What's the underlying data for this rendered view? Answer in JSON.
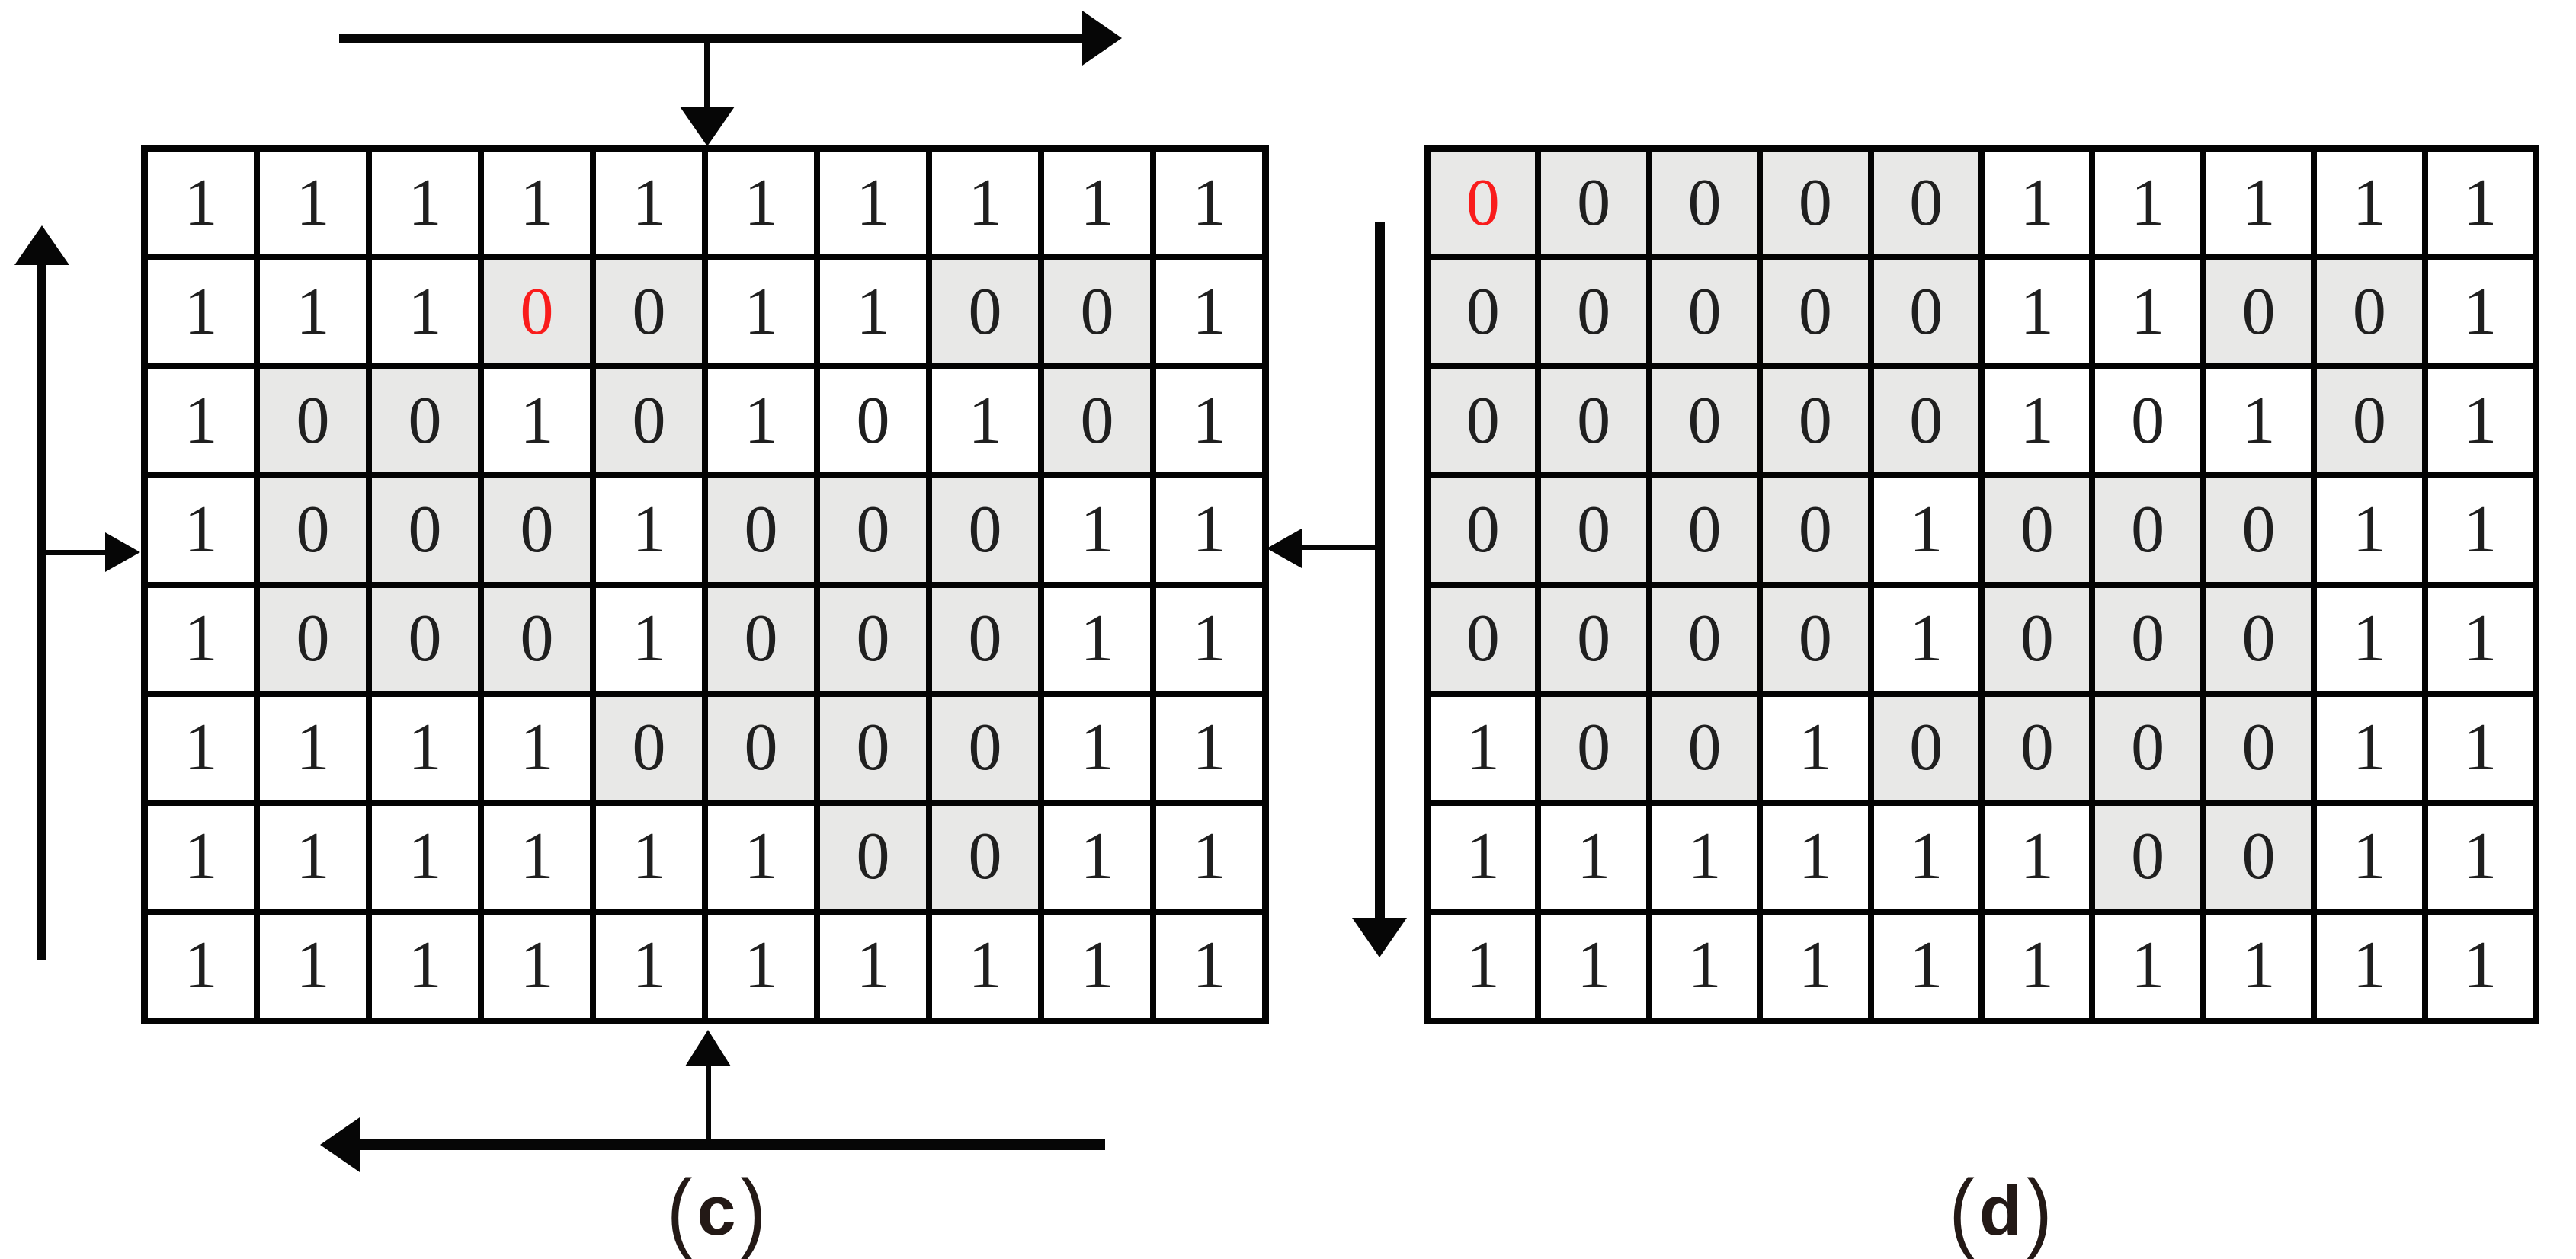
{
  "figure": {
    "description": "Two 10x8 binary pixel grids showing region scanning/flood-fill progress with scan-direction arrows",
    "colors": {
      "cell_bg_white": "#ffffff",
      "cell_bg_gray": "#e8e8e7",
      "grid_line": "#030303",
      "digit": "#1f1f1f",
      "red_digit": "#f91c1c",
      "caption": "#231916"
    }
  },
  "grids": [
    {
      "id": "grid-c",
      "caption": {
        "open": "(",
        "letter": "c",
        "close": ")"
      },
      "rows": 8,
      "cols": 10,
      "values": [
        "1111111111",
        "1110011001",
        "1001010101",
        "1000100011",
        "1000100011",
        "1111000011",
        "1111110011",
        "1111111111"
      ],
      "gray_mask": [
        "0000000000",
        "0001100110",
        "0110100010",
        "0111011100",
        "0111011100",
        "0000111100",
        "0000001100",
        "0000000000"
      ],
      "red_cell": {
        "row": 1,
        "col": 3
      }
    },
    {
      "id": "grid-d",
      "caption": {
        "open": "(",
        "letter": "d",
        "close": ")"
      },
      "rows": 8,
      "cols": 10,
      "values": [
        "0000011111",
        "0000011001",
        "0000010101",
        "0000100011",
        "0000100011",
        "1001000011",
        "1111110011",
        "1111111111"
      ],
      "gray_mask": [
        "1111100000",
        "1111100110",
        "1111100010",
        "1111011100",
        "1111011100",
        "0110111100",
        "0000001100",
        "0000000000"
      ],
      "red_cell": {
        "row": 0,
        "col": 0
      }
    }
  ],
  "arrows": [
    {
      "name": "top-scan-arrow",
      "main_direction": "right",
      "branch": "down-into-grid-c-top"
    },
    {
      "name": "left-scan-arrow",
      "main_direction": "up",
      "branch": "right-into-grid-c-row4"
    },
    {
      "name": "bottom-scan-arrow",
      "main_direction": "left",
      "branch": "up-into-grid-c-bottom"
    },
    {
      "name": "middle-scan-arrow",
      "main_direction": "down",
      "branch": "left-into-grid-c-row4"
    }
  ]
}
